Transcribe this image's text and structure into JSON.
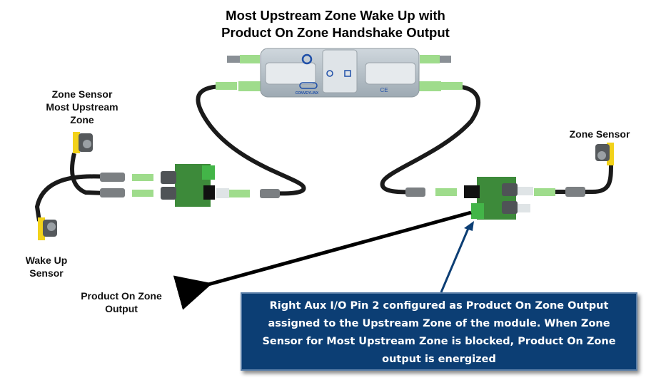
{
  "title": {
    "line1": "Most Upstream Zone Wake Up with",
    "line2": "Product On Zone Handshake Output"
  },
  "labels": {
    "zone_sensor_upstream": [
      "Zone Sensor",
      "Most Upstream",
      "Zone"
    ],
    "zone_sensor_right": "Zone Sensor",
    "wake_up_sensor": [
      "Wake Up",
      "Sensor"
    ],
    "product_on_zone_output": [
      "Product On Zone",
      "Output"
    ]
  },
  "callout": {
    "text": "Right Aux I/O Pin 2 configured as Product On Zone Output assigned to the Upstream Zone of the module.  When Zone Sensor for Most Upstream Zone is blocked, Product On Zone output is energized"
  },
  "module": {
    "brand_text": "CONVEYLINX",
    "ce_mark": "CE"
  },
  "colors": {
    "callout_bg": "#0c3e74",
    "connector_green": "#9fdc8c",
    "pcb_green": "#3d8a3a",
    "sensor_yellow": "#f2d21a",
    "cable_black": "#1a1a1a",
    "module_gray": "#b9c4cc"
  }
}
